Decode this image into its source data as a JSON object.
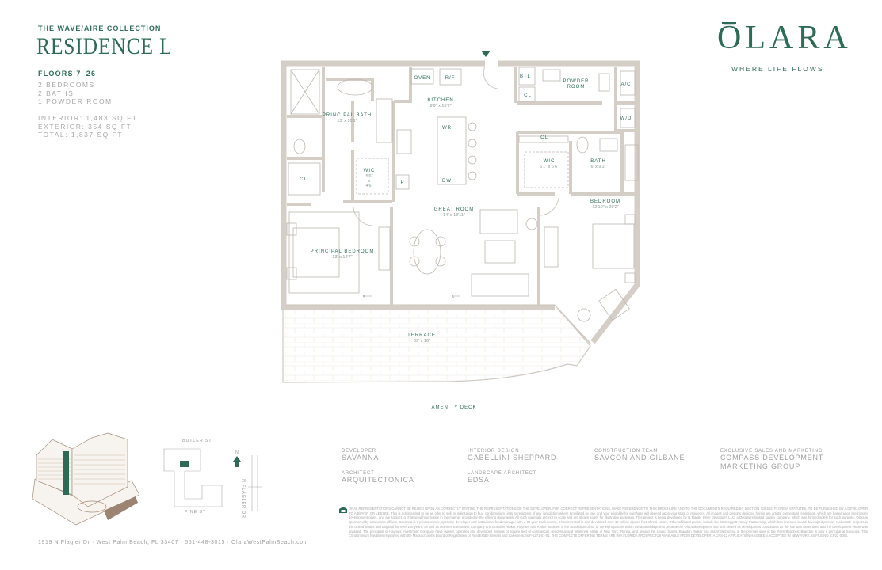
{
  "header": {
    "collection": "THE WAVE/AIRE COLLECTION",
    "title": "RESIDENCE L",
    "floors": "FLOORS 7–26",
    "rooms": [
      "2 BEDROOMS",
      "2 BATHS",
      "1 POWDER ROOM"
    ],
    "areas": [
      "INTERIOR: 1,483 SQ FT",
      "EXTERIOR: 354 SQ FT",
      "TOTAL: 1,837 SQ FT"
    ]
  },
  "brand": {
    "logo": "ŌLARA",
    "tagline": "WHERE LIFE FLOWS",
    "accent_color": "#2e6b57"
  },
  "floorplan": {
    "labels": {
      "oven": "OVEN",
      "rf": "R/F",
      "kitchen": "KITCHEN",
      "kitchen_dim": "9'8\" x 15'9\"",
      "principal_bath": "PRINCIPAL BATH",
      "principal_bath_dim": "13' x 10'1\"",
      "wr": "WR",
      "dw": "DW",
      "p": "P",
      "wic1": "WIC",
      "wic1_dim_a": "5'6\"",
      "wic1_x": "x",
      "wic1_dim_b": "4'6\"",
      "cl1": "CL",
      "btl": "BTL",
      "cl2": "CL",
      "powder": "POWDER",
      "room": "ROOM",
      "ac": "A/C",
      "wd": "W/D",
      "cl3": "CL",
      "wic2": "WIC",
      "wic2_dim": "6'1\" x 6'6\"",
      "bath": "BATH",
      "bath_dim": "6' x 9'1\"",
      "bedroom": "BEDROOM",
      "bedroom_dim": "12'10\" x 20'2\"",
      "great_room": "GREAT ROOM",
      "great_room_dim": "14' x 18'11\"",
      "principal_bedroom": "PRINCIPAL BEDROOM",
      "principal_bedroom_dim": "13' x 12'7\"",
      "terrace": "TERRACE",
      "terrace_dim": "39' x 10'",
      "amenity_deck": "AMENITY DECK"
    }
  },
  "site_map": {
    "north": "N",
    "street_top": "BUTLER ST",
    "street_bottom": "PINE ST",
    "street_right": "N FLAGLER DR"
  },
  "credits": [
    {
      "label": "DEVELOPER",
      "value": "SAVANNA"
    },
    {
      "label": "ARCHITECT",
      "value": "ARQUITECTONICA"
    },
    {
      "label": "INTERIOR DESIGN",
      "value": "GABELLINI SHEPPARD"
    },
    {
      "label": "LANDSCAPE ARCHITECT",
      "value": "EDSA"
    },
    {
      "label": "CONSTRUCTION TEAM",
      "value": "SAVCON AND GILBANE"
    },
    {
      "label": "EXCLUSIVE SALES AND MARKETING",
      "value": "COMPASS DEVELOPMENT MARKETING GROUP"
    }
  ],
  "disclaimer": "ORAL REPRESENTATIONS CANNOT BE RELIED UPON AS CORRECTLY STATING THE REPRESENTATIONS OF THE DEVELOPER. FOR CORRECT REPRESENTATIONS, MAKE REFERENCE TO THIS BROCHURE AND TO THE DOCUMENTS REQUIRED BY SECTION 718.503, FLORIDA STATUTES, TO BE FURNISHED BY A DEVELOPER TO A BUYER OR LESSEE. This is not intended to be an offer to sell, or solicitation to buy, condominium units to residents of any jurisdiction where prohibited by law, and your eligibility for purchase will depend upon your state of residency. All images and designs depicted herein are artists' conceptual renderings, which are based upon preliminary development plans, and are subject to change without notice in the manner provided in the offering documents. All such materials are not to scale and are shown solely for illustrative purposes. This project is being developed by N Flagler Drive Developer, LLC, a Delaware limited liability company, which was formed solely for such purpose. Olara is sponsored by a Savanna affiliate. Savanna is a private owner, operator, developer and institutional fund manager with a 30-year track record, it has invested in and developed over 17 million square feet of real estate. Other affiliated parties include the Mazzoggott Family Partnership, which has invested in and developed premier real estate projects in the United States and England for over 100 years, as well as Haymes Investment Company and Brandon Rinker. Haymes and Rinker assisted in the acquisition of six of the eight parcels within the assemblage that became the Olara development site and served as development consultants as the site was assembled and the development vision was finalized. The principals of Haymes Investment Company have owned, operated and developed millions of square feet of commercial, residential and retail real estate in New York, Florida, and around the United States. Brandon Rinker has assembled some of the premier sites in the Palm Beaches. Brandon is now a principal at Savanna. This Condominium has been registered with the Massachusetts Board of Registration of Real Estate Brokers and Salespersons F-1271-01-01. THE COMPLETE OFFERING TERMS ARE IN A FLORIDA PROSPECTUS AVAILABLE FROM DEVELOPER. A CPS-12 APPLICATION HAS BEEN ACCEPTED IN NEW YORK AS FILE NO. CP22-0084.",
  "footer": {
    "address": "1919 N Flagler Dr  ·  West Palm Beach, FL 33407  ·  561-448-3015  ·  OlaraWestPalmBeach.com"
  }
}
